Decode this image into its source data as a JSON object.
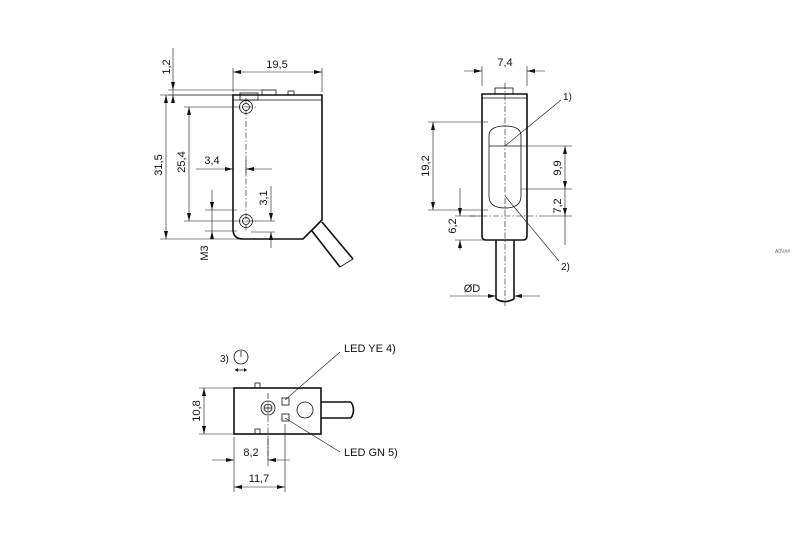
{
  "front_view": {
    "dim_width": "19,5",
    "dim_top": "1,2",
    "dim_height_total": "31,5",
    "dim_hole_spacing": "25,4",
    "dim_hole_offset_x": "3,4",
    "dim_hole_offset_y": "3,1",
    "thread": "M3"
  },
  "side_view": {
    "dim_width": "7,4",
    "dim_lens_height": "19,2",
    "dim_upper_lens": "9,9",
    "dim_lower_lens": "7,2",
    "dim_base": "6,2",
    "dim_cable": "ØD",
    "callout_1": "1)",
    "callout_2": "2)"
  },
  "top_view": {
    "callout_3": "3)",
    "dim_height": "10,8",
    "dim_pot_offset": "8,2",
    "dim_led_offset": "11,7",
    "led_yellow": "LED YE 4)",
    "led_green": "LED GN 5)"
  },
  "corner_mark": "A0V##"
}
